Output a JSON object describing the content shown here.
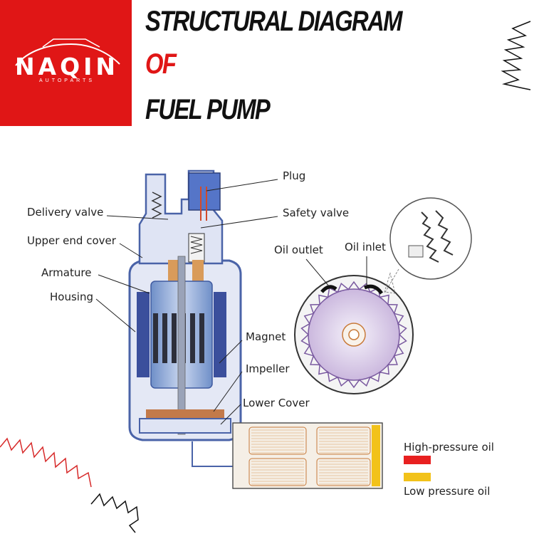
{
  "brand": {
    "name": "NAQIN",
    "tagline": "AUTOPARTS",
    "color": "#e01616"
  },
  "title": {
    "line1": "STRUCTURAL DIAGRAM",
    "line2": "OF",
    "line3": "FUEL PUMP"
  },
  "labels": {
    "plug": "Plug",
    "delivery_valve": "Delivery valve",
    "safety_valve": "Safety valve",
    "upper_end_cover": "Upper end cover",
    "oil_outlet": "Oil outlet",
    "oil_inlet": "Oil inlet",
    "armature": "Armature",
    "housing": "Housing",
    "magnet": "Magnet",
    "impeller": "Impeller",
    "lower_cover": "Lower Cover"
  },
  "legend": {
    "high_pressure": "High-pressure oil",
    "low_pressure": "Low pressure oil",
    "high_color": "#e82020",
    "low_color": "#f2c21a"
  }
}
